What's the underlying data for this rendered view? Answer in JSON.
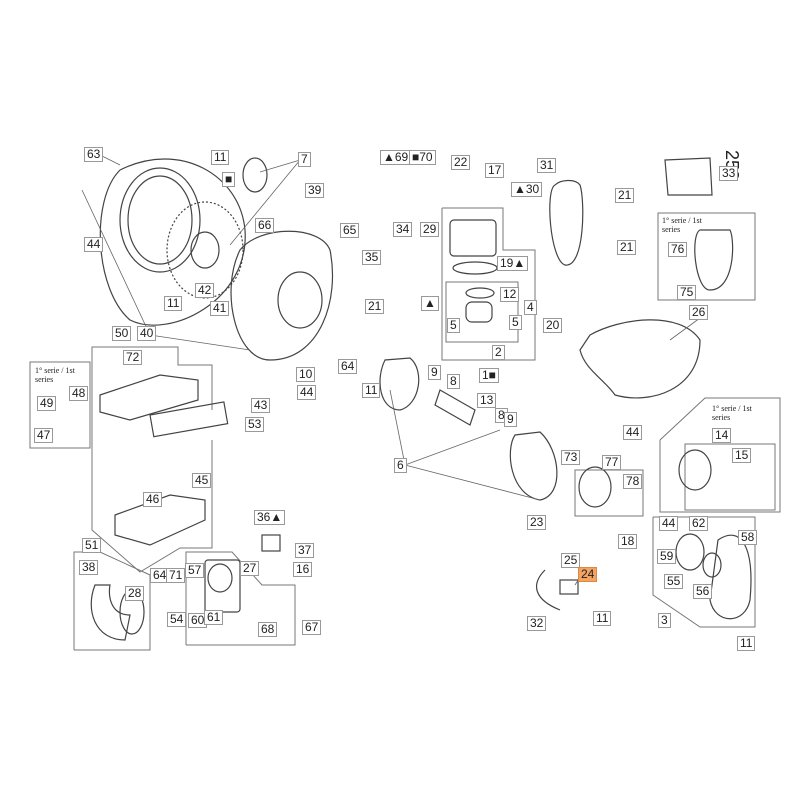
{
  "page_number": "253",
  "series_note": "1° serie / 1st series",
  "highlight_color": "#f4a460",
  "callouts": [
    "63",
    "11",
    "7",
    "■",
    "39",
    "44",
    "66",
    "65",
    "11",
    "42",
    "41",
    "40",
    "50",
    "72",
    "48",
    "49",
    "47",
    "10",
    "64",
    "44",
    "43",
    "53",
    "45",
    "46",
    "51",
    "38",
    "28",
    "64",
    "71",
    "54",
    "36▲",
    "37",
    "27",
    "16",
    "57",
    "60",
    "61",
    "68",
    "67",
    "▲69",
    "■70",
    "22",
    "17",
    "31",
    "▲30",
    "21",
    "21",
    "34",
    "29",
    "35",
    "21",
    "▲",
    "19▲",
    "12",
    "4",
    "5",
    "5",
    "20",
    "2",
    "1■",
    "11",
    "9",
    "8",
    "13",
    "8",
    "9",
    "6",
    "73",
    "23",
    "77",
    "78",
    "44",
    "14",
    "15",
    "26",
    "33",
    "76",
    "75",
    "18",
    "44",
    "62",
    "58",
    "59",
    "55",
    "56",
    "3",
    "11",
    "25",
    "24",
    "11",
    "32"
  ]
}
